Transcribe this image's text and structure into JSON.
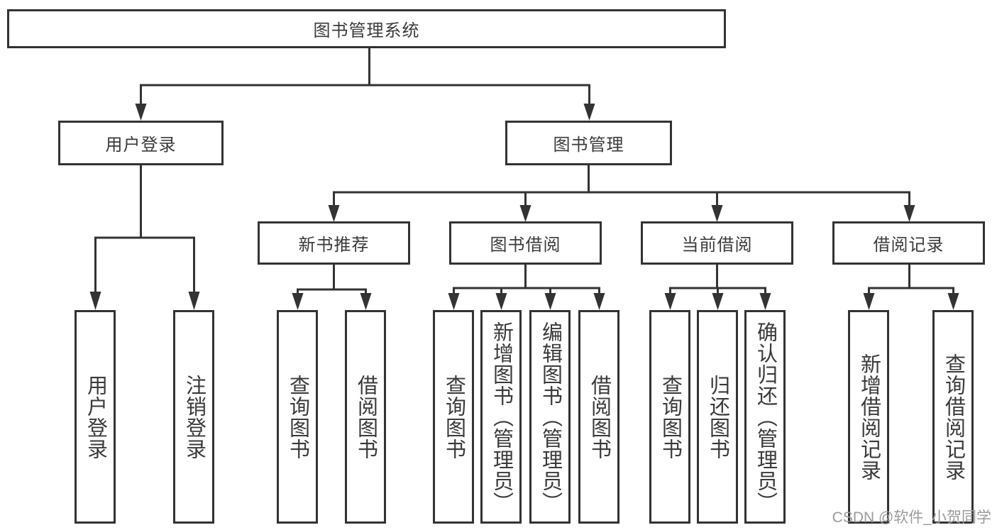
{
  "diagram": {
    "root": {
      "label": "图书管理系统"
    },
    "level2": [
      {
        "label": "用户登录"
      },
      {
        "label": "图书管理"
      }
    ],
    "level3": [
      {
        "label": "新书推荐"
      },
      {
        "label": "图书借阅"
      },
      {
        "label": "当前借阅"
      },
      {
        "label": "借阅记录"
      }
    ],
    "leaves": {
      "user_login": [
        "用户登录",
        "注销登录"
      ],
      "new_books": [
        "查询图书",
        "借阅图书"
      ],
      "book_borrow": [
        "查询图书",
        "新增图书（管理员）",
        "编辑图书（管理员）",
        "借阅图书"
      ],
      "current_borrow": [
        "查询图书",
        "归还图书",
        "确认归还（管理员）"
      ],
      "borrow_records": [
        "新增借阅记录",
        "查询借阅记录"
      ]
    },
    "colors": {
      "line": "#333333",
      "border": "#333333",
      "text": "#3a3a3a",
      "box_fill": "#ffffff",
      "watermark": "#9b9b9b"
    }
  },
  "watermark": {
    "text": "CSDN @软件_小贺同学"
  }
}
